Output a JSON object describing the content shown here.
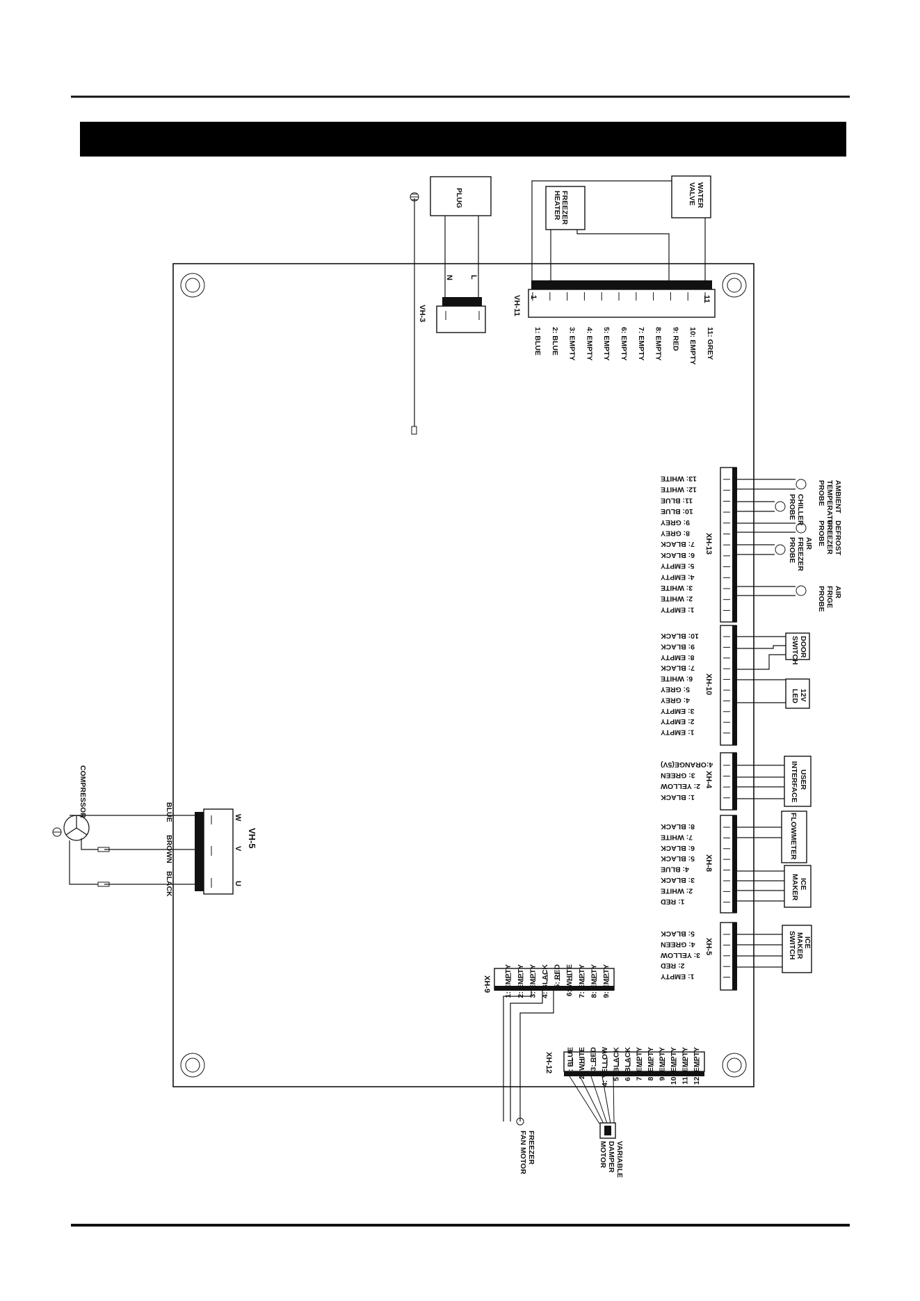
{
  "page_title": "",
  "vh11": {
    "name": "VH-11",
    "num_first": "1",
    "num_last": "11",
    "pins": [
      "1: BLUE",
      "2: BLUE",
      "3: EMPTY",
      "4: EMPTY",
      "5: EMPTY",
      "6: EMPTY",
      "7: EMPTY",
      "8: EMPTY",
      "9: RED",
      "10: EMPTY",
      "11: GREY"
    ]
  },
  "vh3": {
    "name": "VH-3",
    "n": "N",
    "l": "L"
  },
  "vh5": {
    "name": "VH-5",
    "w": "W",
    "v": "V",
    "u": "U"
  },
  "xh13": {
    "name": "XH-13",
    "pins": [
      "13: WHITE",
      "12: WHITE",
      "11: BLUE",
      "10: BLUE",
      "9: GREY",
      "8: GREY",
      "7: BLACK",
      "6: BLACK",
      "5: EMPTY",
      "4: EMPTY",
      "3: WHITE",
      "2: WHITE",
      "1: EMPTY"
    ]
  },
  "xh10": {
    "name": "XH-10",
    "pins": [
      "10: BLACK",
      "9: BLACK",
      "8: EMPTY",
      "7: BLACK",
      "6: WHITE",
      "5: GREY",
      "4: GREY",
      "3: EMPTY",
      "2: EMPTY",
      "1: EMPTY"
    ]
  },
  "xh4": {
    "name": "XH-4",
    "pins": [
      "4:ORANGE(5V)",
      "3: GREEN",
      "2: YELLOW",
      "1: BLACK"
    ]
  },
  "xh8": {
    "name": "XH-8",
    "pins": [
      "8: BLACK",
      "7: WHITE",
      "6: BLACK",
      "5: BLACK",
      "4: BLUE",
      "3: BLACK",
      "2: WHITE",
      "1: RED"
    ]
  },
  "xh5": {
    "name": "XH-5",
    "pins": [
      "5: BLACK",
      "4: GREEN",
      "3: YELLOW",
      "2: RED",
      "1: EMPTY"
    ]
  },
  "xh9": {
    "name": "XH-9",
    "pins": [
      "9: EMPTY",
      "8: EMPTY",
      "7: EMPTY",
      "6: WHITE",
      "5: RED",
      "4: BLACK",
      "3: EMPTY",
      "2: EMPTY",
      "1: EMPTY"
    ]
  },
  "xh12": {
    "name": "XH-12",
    "pins": [
      "12: EMPTY",
      "11: EMPTY",
      "10: EMPTY",
      "9: EMPTY",
      "8: EMPTY",
      "7: EMPTY",
      "6: BLACK",
      "5: BLACK",
      "4: YELLOW",
      "3: RED",
      "2: WHITE",
      "1: BLUE"
    ]
  },
  "components": {
    "plug": "PLUG",
    "freezer_heater": [
      "FREEZER",
      "HEATER"
    ],
    "water_valve": [
      "WATER",
      "VALVE"
    ],
    "ambient": [
      "AMBIENT",
      "TEMPERATURE",
      "PROBE"
    ],
    "chiller": [
      "CHILLER",
      "PROBE"
    ],
    "defrost": [
      "DEFROST",
      "FREEZER",
      "PROBE"
    ],
    "air_freezer": [
      "AIR",
      "FREEZER",
      "PROBE"
    ],
    "air_fridge": [
      "AIR",
      "FRIGE",
      "PROBE"
    ],
    "door_switch": [
      "DOOR",
      "SWITCH"
    ],
    "led": [
      "12V",
      "LED"
    ],
    "user_interface": [
      "USER",
      "INTERFACE"
    ],
    "flowmeter": "FLOWMETER",
    "ice_maker": [
      "ICE",
      "MAKER"
    ],
    "ice_maker_switch": [
      "ICE",
      "MAKER",
      "SWITCH"
    ],
    "compressor": "COMPRESSOR",
    "freezer_fan": [
      "FREEZER",
      "FAN MOTOR"
    ],
    "damper": [
      "VARIABLE",
      "DAMPER",
      "MOTOR"
    ]
  },
  "compressor_wires": [
    "BLUE",
    "BROWN",
    "BLACK"
  ]
}
